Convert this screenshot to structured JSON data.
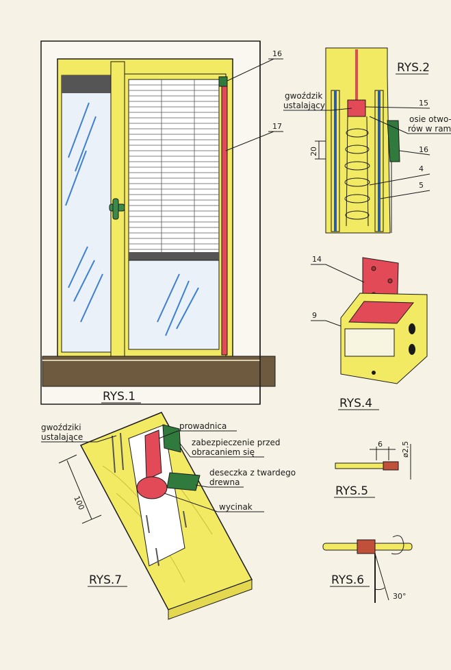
{
  "figure_captions": {
    "rys1": "RYS.1",
    "rys2": "RYS.2",
    "rys4": "RYS.4",
    "rys5": "RYS.5",
    "rys6": "RYS.6",
    "rys7": "RYS.7"
  },
  "callouts": {
    "n16": "16",
    "n17": "17",
    "n15": "15",
    "n16b": "16",
    "n4": "4",
    "n5": "5",
    "n14": "14",
    "n9": "9"
  },
  "labels": {
    "gwozdzik": "gwoździk",
    "ustalajacy": "ustalający",
    "osie1": "osie otwo-",
    "osie2": "rów w ram",
    "gwozdziki": "gwoździki",
    "ustalajace": "ustalające",
    "prowadnica": "prowadnica",
    "zab1": "zabezpieczenie przed",
    "zab2": "obracaniem się",
    "des1": "deseczka z twardego",
    "des2": "drewna",
    "wycinak": "wycinak"
  },
  "dimensions": {
    "d20": "20",
    "d6": "6",
    "d25": "ø2,5",
    "d100": "100",
    "d30": "30°"
  },
  "colors": {
    "frame_yellow": "#f2ea62",
    "frame_red": "#e34a57",
    "glass_blue": "#3d7fd0",
    "sill_brown": "#6e5a3e",
    "bracket_green": "#2f7a3c",
    "ink": "#1a1a1a"
  }
}
